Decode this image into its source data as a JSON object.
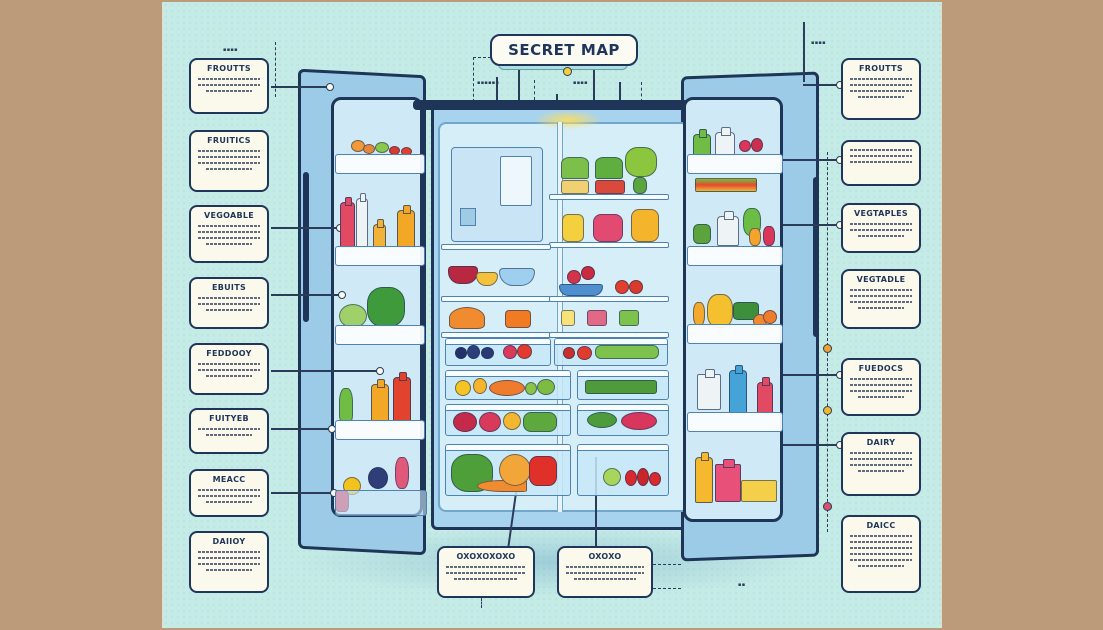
{
  "title": "SECRET MAP",
  "colors": {
    "background_margin": "#bc9b7a",
    "panel": "#c5ebe6",
    "outline": "#1f3559",
    "label_fill": "#fbf9ec",
    "fridge_blue": "#a7d3ee",
    "interior": "#d6eef8",
    "highlight": "#ffdd5a"
  },
  "left_labels": [
    {
      "title": "FROUTTS",
      "lines": 3
    },
    {
      "title": "FRUITICS",
      "lines": 4
    },
    {
      "title": "VEGOABLE",
      "lines": 4
    },
    {
      "title": "EBUITS",
      "lines": 3
    },
    {
      "title": "FEDDOOY",
      "lines": 3
    },
    {
      "title": "FUITYEB",
      "lines": 2
    },
    {
      "title": "MEACC",
      "lines": 3
    },
    {
      "title": "DAIIOY",
      "lines": 4
    }
  ],
  "right_labels": [
    {
      "title": "FROUTTS",
      "lines": 4
    },
    {
      "title": "",
      "lines": 4
    },
    {
      "title": "VEGTAPLES",
      "lines": 3
    },
    {
      "title": "VEGTADLE",
      "lines": 4
    },
    {
      "title": "FUEDOCS",
      "lines": 4
    },
    {
      "title": "DAIRY",
      "lines": 4
    },
    {
      "title": "DAICC",
      "lines": 6
    }
  ],
  "bottom_labels": [
    {
      "title": "OXOXOXOXO",
      "lines": 3
    },
    {
      "title": "OXOXO",
      "lines": 3
    }
  ],
  "fridge": {
    "type": "side-by-side refrigerator, both doors open",
    "left_door_bins": [
      "fruit basket",
      "juice and milk bottles",
      "lettuce and broccoli",
      "cucumber and juice bottles",
      "mixed fruit drawer"
    ],
    "center_left": [
      "control panel with notes",
      "berry bowls",
      "vegetables",
      "blueberries and plums",
      "bananas and oranges",
      "berries and peas",
      "lettuce, carrot, squash, pepper"
    ],
    "center_right": [
      "potted herbs",
      "jars",
      "fruit bowl and tomatoes",
      "small containers",
      "peas and tomatoes",
      "greens and carrots",
      "cucumber and raspberries",
      "lime and strawberries"
    ],
    "right_door_bins": [
      "green bottle, milk, radishes",
      "green pepper, milk, carrot, radish",
      "carrot, squash, greens, oranges",
      "milk carton, blue bottle, red bottle",
      "juice, carton, cheese"
    ]
  }
}
